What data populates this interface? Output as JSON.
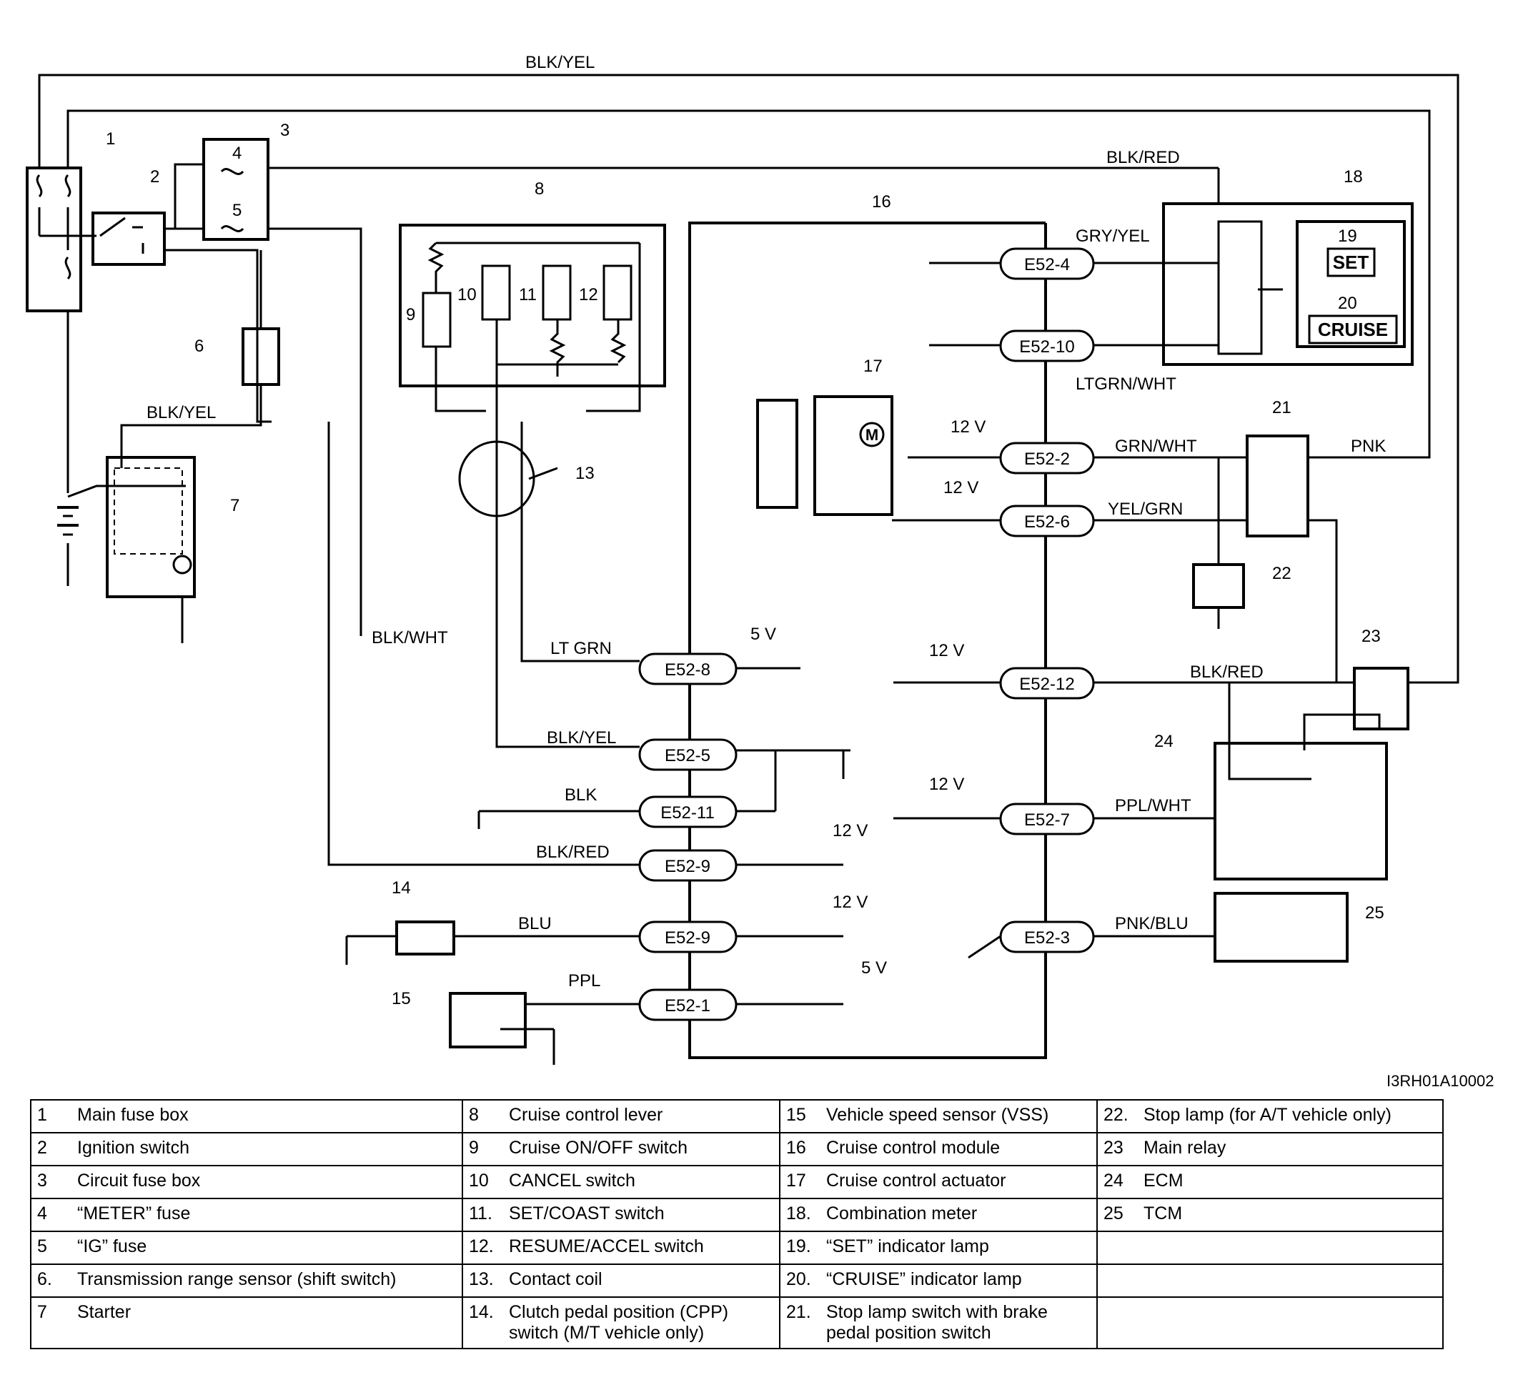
{
  "wires": {
    "blk_yel_top": "BLK/YEL",
    "blk_red_top": "BLK/RED",
    "gry_yel": "GRY/YEL",
    "ltgrn_wht": "LTGRN/WHT",
    "grn_wht": "GRN/WHT",
    "pnk": "PNK",
    "yel_grn": "YEL/GRN",
    "blk_red_mid": "BLK/RED",
    "ppl_wht": "PPL/WHT",
    "pnk_blu": "PNK/BLU",
    "blk_yel_left": "BLK/YEL",
    "blk_wht": "BLK/WHT",
    "lt_grn": "LT GRN",
    "blk_yel_e52_5": "BLK/YEL",
    "blk": "BLK",
    "blk_red_e52_9": "BLK/RED",
    "blu": "BLU",
    "ppl": "PPL"
  },
  "connectors": {
    "e52_4": "E52-4",
    "e52_10": "E52-10",
    "e52_2": "E52-2",
    "e52_6": "E52-6",
    "e52_12": "E52-12",
    "e52_7": "E52-7",
    "e52_3": "E52-3",
    "e52_8": "E52-8",
    "e52_5": "E52-5",
    "e52_11": "E52-11",
    "e52_9a": "E52-9",
    "e52_9b": "E52-9",
    "e52_1": "E52-1"
  },
  "voltages": {
    "v12_a": "12 V",
    "v12_b": "12 V",
    "v12_c": "12 V",
    "v12_d": "12 V",
    "v12_e": "12 V",
    "v12_f": "12 V",
    "v5_a": "5 V",
    "v5_b": "5 V"
  },
  "callouts": {
    "c1": "1",
    "c2": "2",
    "c3": "3",
    "c4": "4",
    "c5": "5",
    "c6": "6",
    "c7": "7",
    "c8": "8",
    "c9": "9",
    "c10": "10",
    "c11": "11",
    "c12": "12",
    "c13": "13",
    "c14": "14",
    "c15": "15",
    "c16": "16",
    "c17": "17",
    "c18": "18",
    "c19": "19",
    "c20": "20",
    "c21": "21",
    "c22": "22",
    "c23": "23",
    "c24": "24",
    "c25": "25"
  },
  "indicators": {
    "set": "SET",
    "cruise": "CRUISE",
    "motor": "M"
  },
  "figure_ref": "I3RH01A10002",
  "legend": {
    "rows": [
      [
        [
          "1",
          "Main fuse box"
        ],
        [
          "8",
          "Cruise control lever"
        ],
        [
          "15",
          "Vehicle speed sensor (VSS)"
        ],
        [
          "22.",
          "Stop lamp (for A/T vehicle only)"
        ]
      ],
      [
        [
          "2",
          "Ignition switch"
        ],
        [
          "9",
          "Cruise ON/OFF switch"
        ],
        [
          "16",
          "Cruise control module"
        ],
        [
          "23",
          "Main relay"
        ]
      ],
      [
        [
          "3",
          "Circuit fuse box"
        ],
        [
          "10",
          "CANCEL switch"
        ],
        [
          "17",
          "Cruise control actuator"
        ],
        [
          "24",
          "ECM"
        ]
      ],
      [
        [
          "4",
          "“METER” fuse"
        ],
        [
          "11.",
          "SET/COAST switch"
        ],
        [
          "18.",
          "Combination meter"
        ],
        [
          "25",
          "TCM"
        ]
      ],
      [
        [
          "5",
          "“IG” fuse"
        ],
        [
          "12.",
          "RESUME/ACCEL switch"
        ],
        [
          "19.",
          "“SET” indicator lamp"
        ],
        [
          "",
          ""
        ]
      ],
      [
        [
          "6.",
          "Transmission range sensor (shift switch)"
        ],
        [
          "13.",
          "Contact coil"
        ],
        [
          "20.",
          "“CRUISE” indicator lamp"
        ],
        [
          "",
          ""
        ]
      ],
      [
        [
          "7",
          "Starter"
        ],
        [
          "14.",
          "Clutch pedal position (CPP) switch (M/T vehicle only)"
        ],
        [
          "21.",
          "Stop lamp switch with brake pedal position switch"
        ],
        [
          "",
          ""
        ]
      ]
    ]
  }
}
